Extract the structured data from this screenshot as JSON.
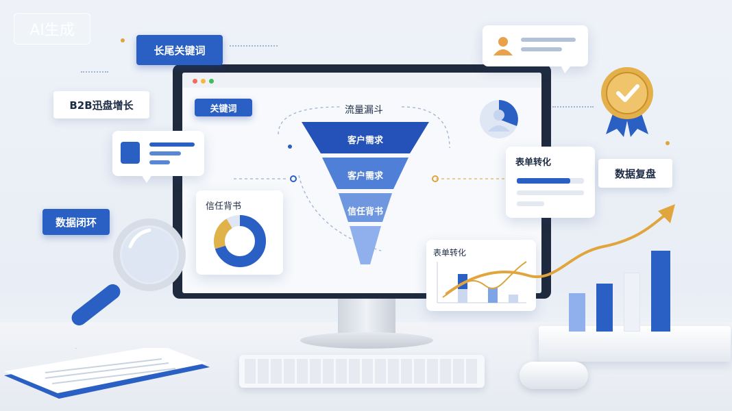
{
  "watermark": "AI生成",
  "tags": {
    "long_tail_keywords": "长尾关键词",
    "b2b_growth": "B2B迅盘增长",
    "data_loop": "数据闭环",
    "data_review": "数据复盘"
  },
  "screen": {
    "keyword_tag": "关键词",
    "funnel_title": "流量漏斗",
    "funnel_levels": [
      "客户需求",
      "客户需求",
      "信任背书"
    ],
    "trust_card_title": "信任背书",
    "form_card_title": "表单转化",
    "chart_card_title": "表单转化"
  },
  "colors": {
    "brand_blue": "#2a5fc4",
    "light_blue": "#7fa4e6",
    "gold": "#d9a63a"
  }
}
